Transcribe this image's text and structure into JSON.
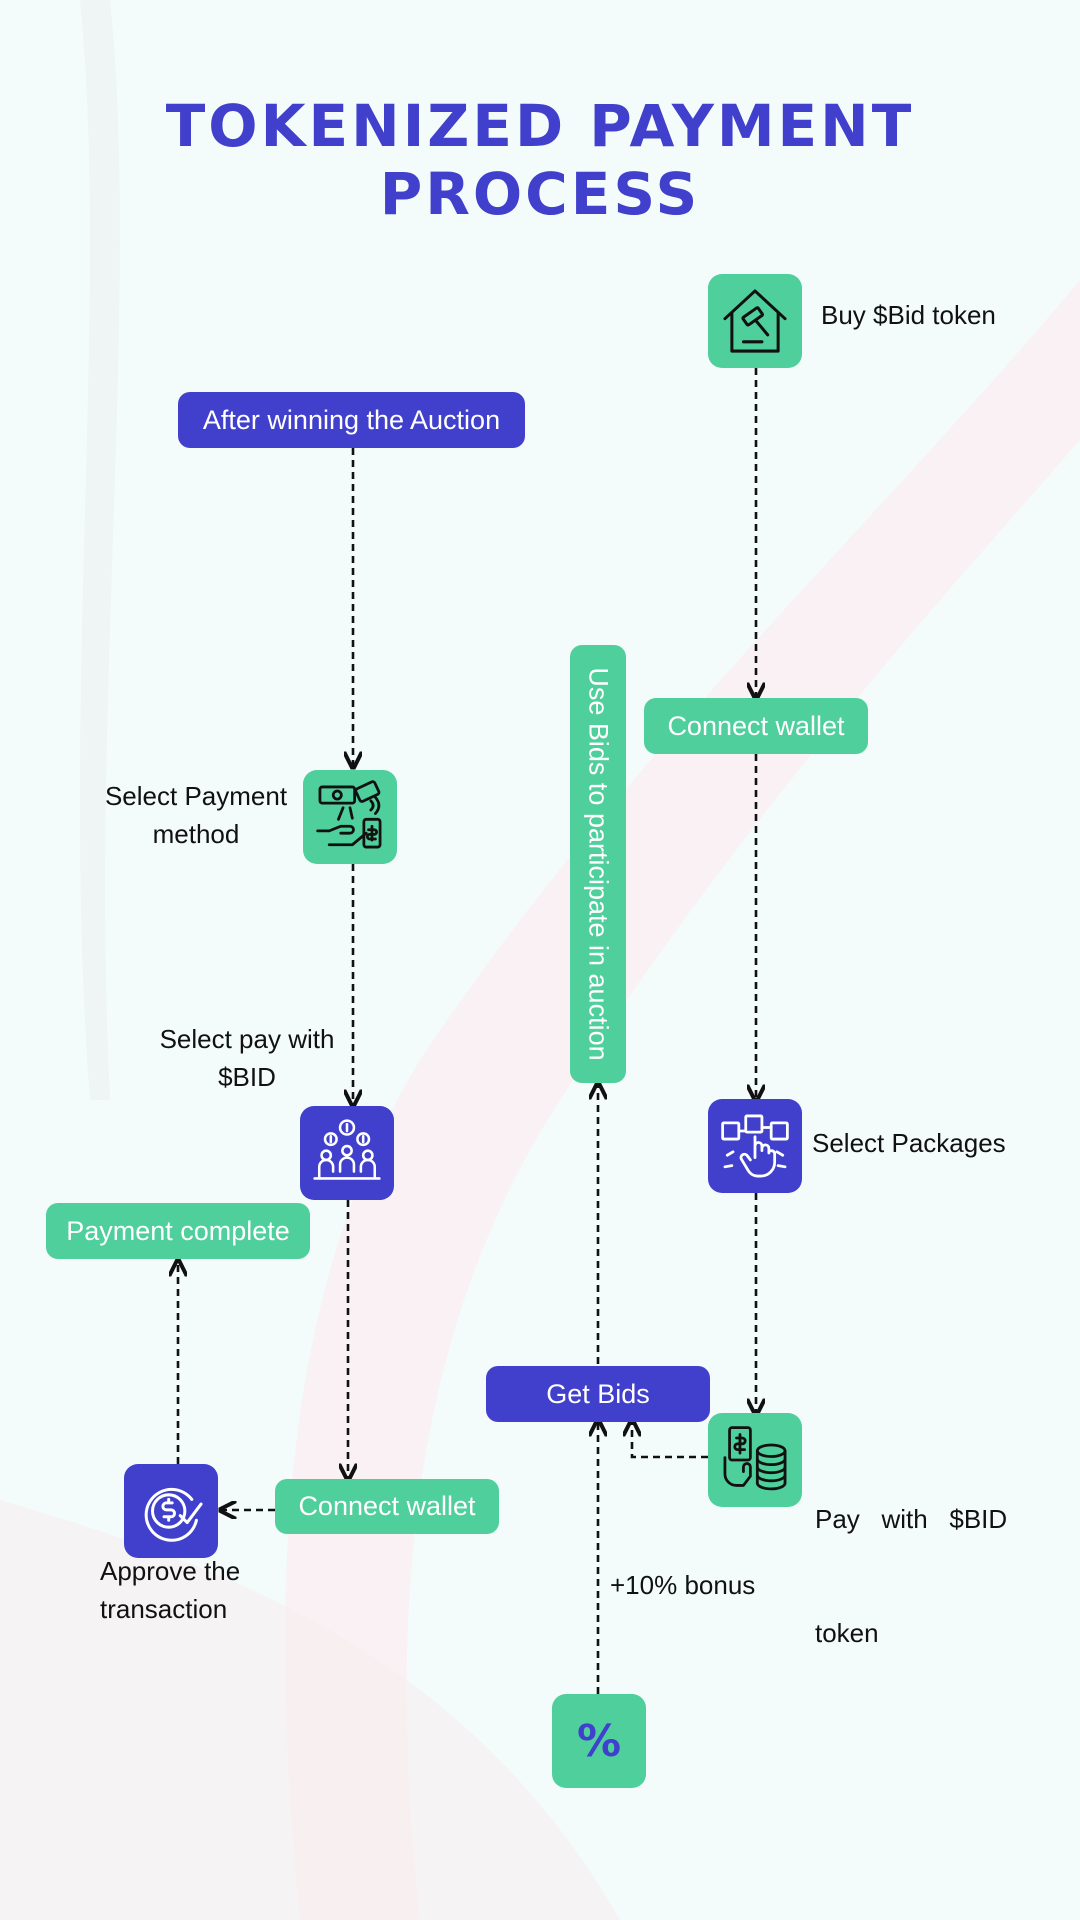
{
  "title": "TOKENIZED PAYMENT PROCESS",
  "colors": {
    "primary_blue": "#4040cc",
    "accent_green": "#4fcf9c",
    "background": "#f3fbfb"
  },
  "left_flow": {
    "start": "After winning the Auction",
    "select_payment_method": {
      "line1": "Select Payment",
      "line2": "method",
      "icon": "payment-method-icon"
    },
    "select_pay_with_bid": {
      "line1": "Select pay with",
      "line2": "$BID",
      "icon": "investors-icon"
    },
    "connect_wallet": "Connect wallet",
    "approve": {
      "line1": "Approve the",
      "line2": "transaction",
      "icon": "dollar-check-icon"
    },
    "payment_complete": "Payment complete"
  },
  "right_flow": {
    "buy_token": {
      "label": "Buy $Bid token",
      "icon": "auction-house-icon"
    },
    "connect_wallet": "Connect wallet",
    "select_packages": {
      "label": "Select Packages",
      "icon": "touch-select-icon"
    },
    "pay_with_bid": {
      "line1": "Pay   with   $BID",
      "line2": "token",
      "icon": "cash-coins-icon"
    },
    "get_bids": "Get Bids",
    "use_bids": "Use Bids to participate in auction",
    "bonus": {
      "label": "+10% bonus",
      "symbol": "%"
    }
  }
}
